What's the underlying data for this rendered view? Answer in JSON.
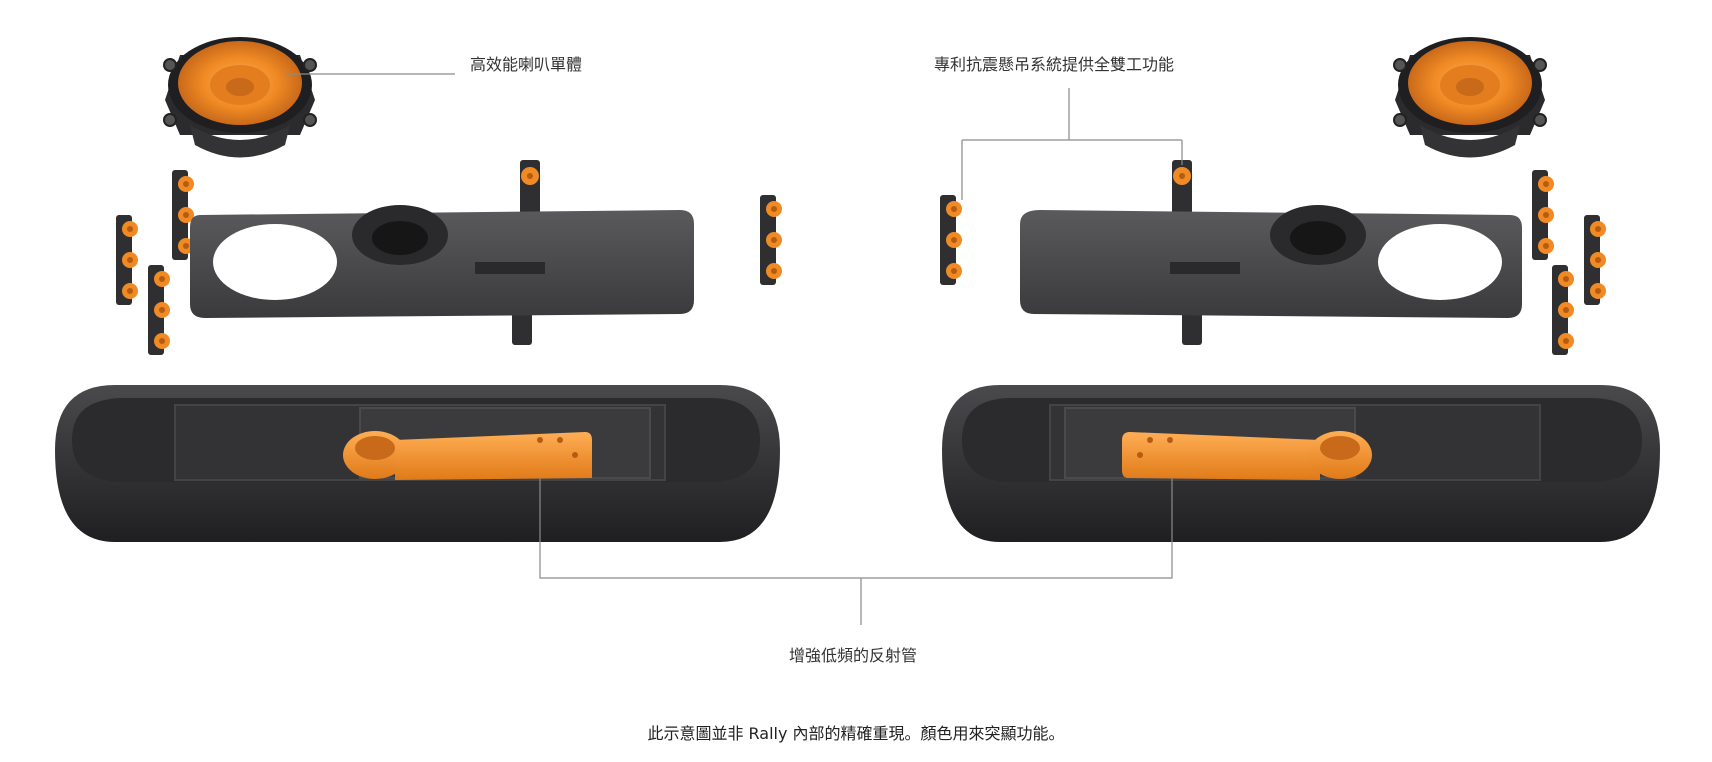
{
  "callouts": {
    "speaker_driver": "高效能喇叭單體",
    "suspension_system": "專利抗震懸吊系統提供全雙工功能",
    "bass_reflex_tube": "增強低頻的反射管"
  },
  "disclaimer": "此示意圖並非 Rally 內部的精確重現。顏色用來突顯功能。",
  "colors": {
    "housing": "#3a3a3c",
    "housing_dark": "#232325",
    "accent_orange": "#f08a24",
    "leader_line": "#8a8a8a",
    "text": "#333333"
  }
}
